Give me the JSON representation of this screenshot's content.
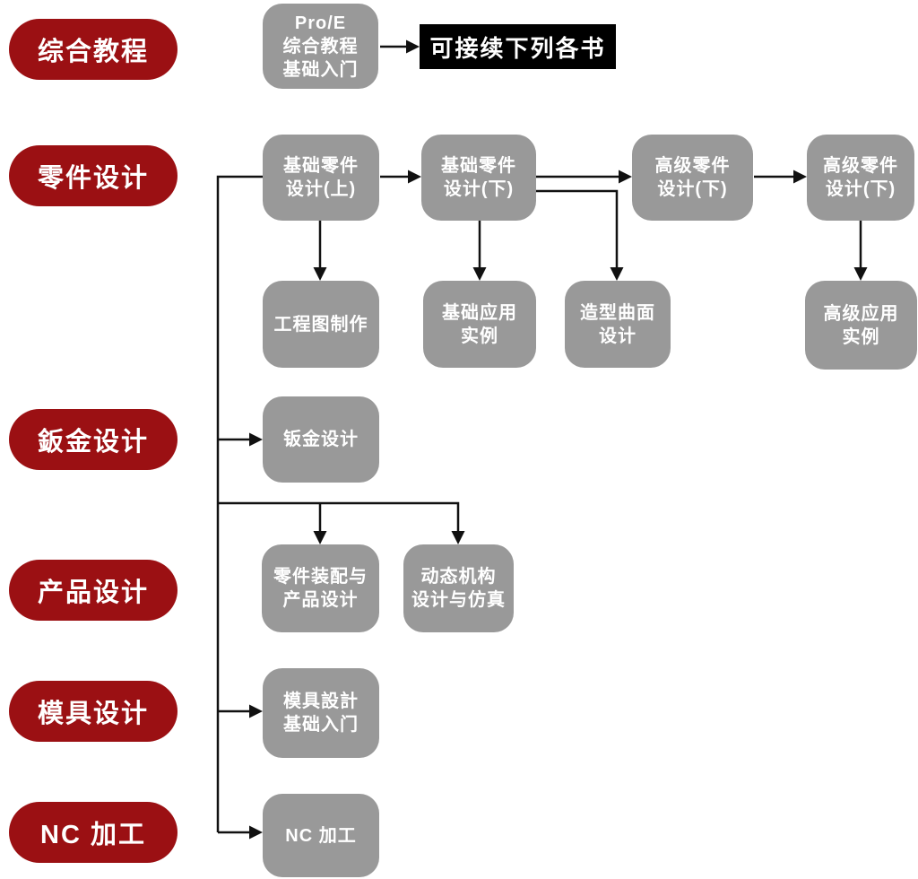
{
  "palette": {
    "category_pill_bg": "#9B1013",
    "book_node_bg": "#999999",
    "note_bg": "#000000",
    "text_color": "#FFFFFF",
    "connector_color": "#111111"
  },
  "categories": [
    {
      "label": "综合教程"
    },
    {
      "label": "零件设计"
    },
    {
      "label": "鈑金设计"
    },
    {
      "label": "产品设计"
    },
    {
      "label": "模具设计"
    },
    {
      "label": "NC 加工"
    }
  ],
  "nodes": {
    "proe_intro": {
      "label": "Pro/E\n综合教程\n基础入门"
    },
    "continue_note": {
      "label": "可接续下列各书"
    },
    "basic_part_design_1": {
      "label": "基础零件\n设计(上)"
    },
    "basic_part_design_2": {
      "label": "基础零件\n设计(下)"
    },
    "advanced_part_design_1": {
      "label": "高级零件\n设计(下)"
    },
    "advanced_part_design_2": {
      "label": "高级零件\n设计(下)"
    },
    "engineering_drawing": {
      "label": "工程图制作"
    },
    "basic_application_examples": {
      "label": "基础应用\n实例"
    },
    "surface_design": {
      "label": "造型曲面\n设计"
    },
    "advanced_application_examples": {
      "label": "高级应用\n实例"
    },
    "sheet_metal_design": {
      "label": "钣金设计"
    },
    "assembly_product_design": {
      "label": "零件装配与\n产品设计"
    },
    "mechanism_simulation": {
      "label": "动态机构\n设计与仿真"
    },
    "mold_design_intro": {
      "label": "模具設計\n基础入门"
    },
    "nc_machining": {
      "label": "NC 加工"
    }
  }
}
